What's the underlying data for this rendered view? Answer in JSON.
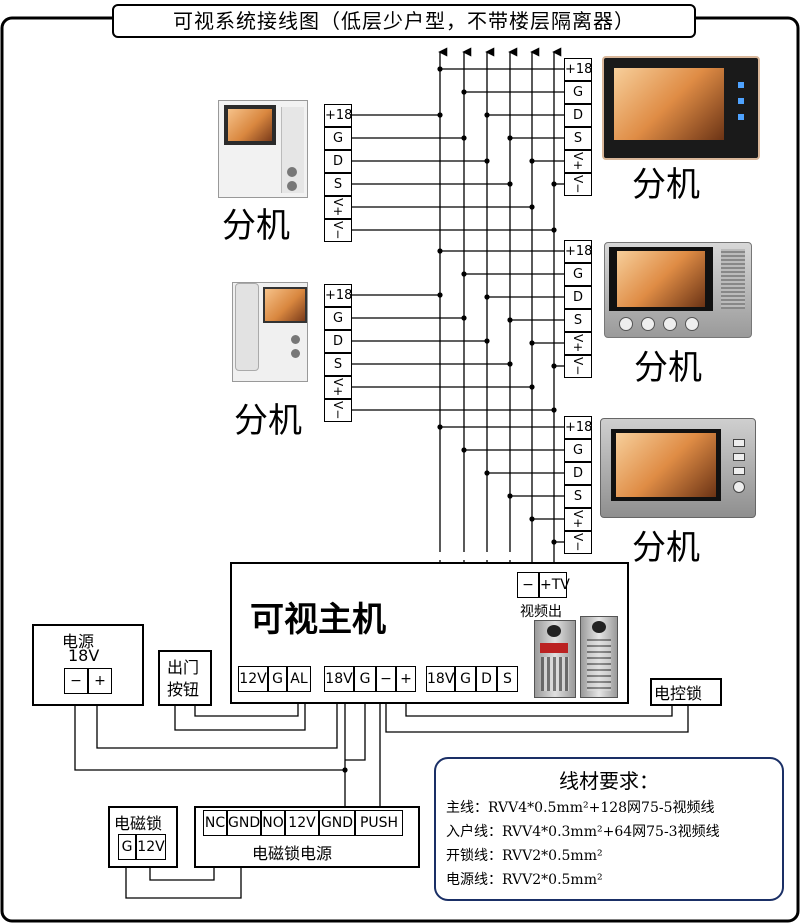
{
  "title": "可视系统接线图（低层少户型，不带楼层隔离器）",
  "indoor_label": "分机",
  "terminal_labels": [
    "+18",
    "G",
    "D",
    "S",
    "V+",
    "V−"
  ],
  "host": {
    "label": "可视主机",
    "group1": [
      "12V",
      "G",
      "AL"
    ],
    "group2": [
      "18V",
      "G",
      "−",
      "+"
    ],
    "group3": [
      "18V",
      "G",
      "D",
      "S"
    ],
    "video_terms": [
      "−",
      "+TV"
    ],
    "video_label": "视频出"
  },
  "power": {
    "label1": "电源",
    "label2": "18V",
    "terms": [
      "−",
      "+"
    ]
  },
  "exit_button": {
    "label1": "出门",
    "label2": "按钮"
  },
  "electric_lock": {
    "label": "电控锁"
  },
  "mag_lock": {
    "label": "电磁锁",
    "terms": [
      "G",
      "12V"
    ]
  },
  "mag_power": {
    "label": "电磁锁电源",
    "terms": [
      "NC",
      "GND",
      "NO",
      "12V",
      "GND",
      "PUSH"
    ]
  },
  "wire_spec": {
    "title": "线材要求：",
    "lines": [
      "主线：RVV4*0.5mm²+128网75-5视频线",
      "入户线：RVV4*0.3mm²+64网75-3视频线",
      "开锁线：RVV2*0.5mm²",
      "电源线：RVV2*0.5mm²"
    ]
  }
}
